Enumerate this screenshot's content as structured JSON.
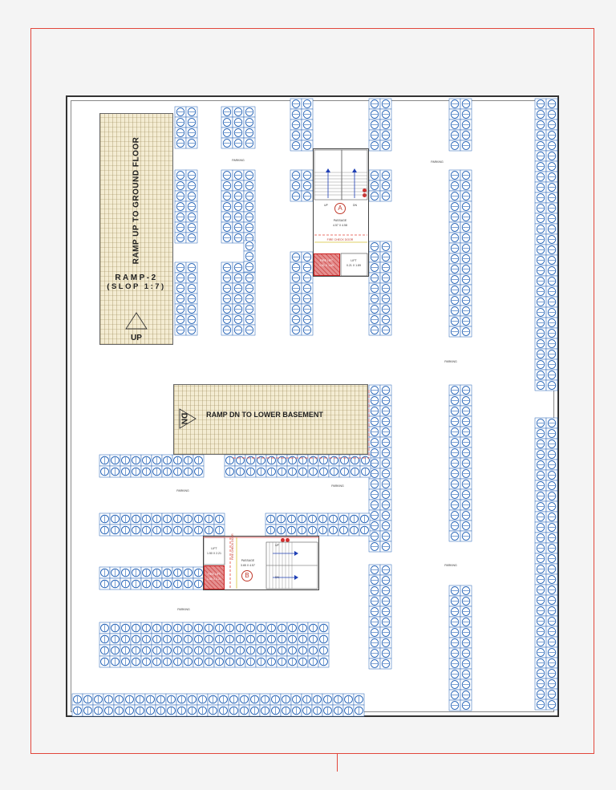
{
  "ramps": {
    "ramp2_vertical_text": "RAMP UP TO GROUND FLOOR",
    "ramp2_name": "RAMP-2",
    "ramp2_slope": "(SLOP 1:7)",
    "ramp2_direction": "UP",
    "ramp_down_text": "RAMP DN TO LOWER BASEMENT",
    "ramp_down_direction": "DN"
  },
  "core_a": {
    "circle": "A",
    "passage_label": "PASSAGE",
    "passage_dim": "4.57 X 4.58",
    "fire_lift_label": "FIRE LIFT",
    "fire_lift_dim": "1.51 X 1.69",
    "lift_label": "LIFT",
    "lift_dim": "0.21 X 1.89",
    "up": "UP",
    "dn": "DN",
    "door_note": "FIRE CHECK DOOR"
  },
  "core_b": {
    "circle": "B",
    "passage_label": "PASSAGE",
    "passage_dim": "3.65 X 4.57",
    "fire_lift_label": "FIRE LIFT",
    "fire_lift_dim": "1.50 X 2.21",
    "lift_label": "LIFT",
    "lift_dim": "1.50 X 2.21",
    "up": "UP",
    "dn": "DN",
    "door_note": "FIRE CHECK DOOR"
  },
  "parking_label": "PARKING",
  "colors": {
    "border_red": "#e2463b",
    "parking_blue": "#1f5fb5",
    "ramp_fill": "#f4ecd2",
    "fire_lift": "#e58f8f"
  }
}
